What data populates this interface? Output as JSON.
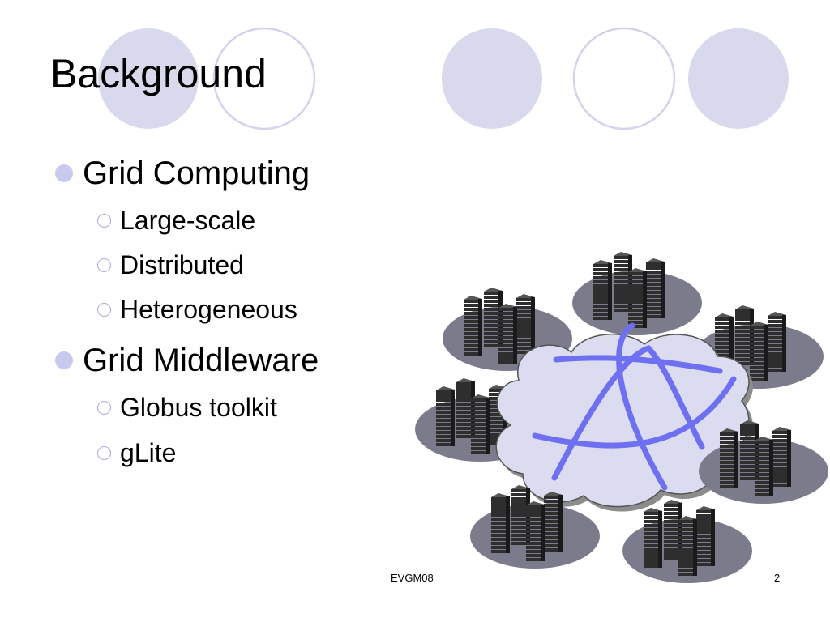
{
  "slide": {
    "title": "Background",
    "bullets": [
      {
        "text": "Grid Computing",
        "children": [
          "Large-scale",
          "Distributed",
          "Heterogeneous"
        ]
      },
      {
        "text": "Grid Middleware",
        "children": [
          "Globus toolkit",
          "gLite"
        ]
      }
    ],
    "footer": {
      "center": "EVGM08",
      "page_number": "2"
    }
  },
  "illustration": {
    "subject": "server-clusters-connected-through-network-cloud",
    "cluster_count": 7
  },
  "colors": {
    "decor_circle_fill": "#d9d9ee",
    "decor_circle_stroke": "#d2d2ea",
    "bullet_fill": "#c9c9ee",
    "cloud_fill": "#dcdcf0",
    "cloud_stroke": "#555555",
    "cloud_shadow": "#8c8c8c",
    "link_color": "#6f6ff2",
    "platform_fill": "#7b7b8c",
    "server_fill": "#2e2e2e"
  }
}
